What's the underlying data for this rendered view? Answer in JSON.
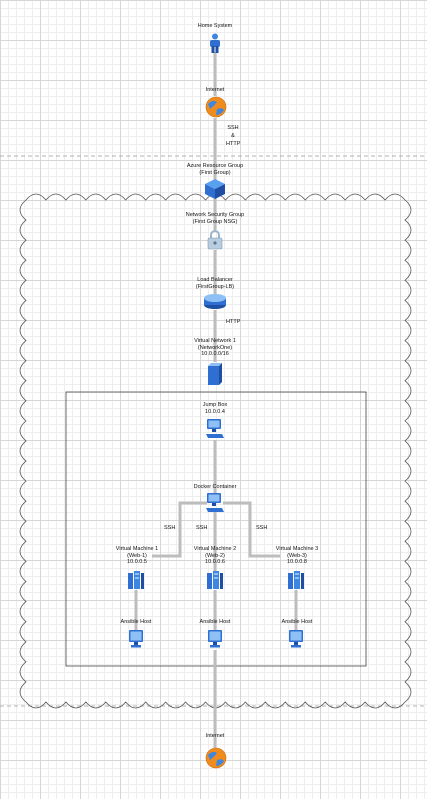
{
  "nodes": {
    "home": {
      "title": "Home System",
      "icon": "user-icon"
    },
    "internet_top": {
      "title": "Internet",
      "icon": "globe-icon"
    },
    "resource_group": {
      "title": "Azure Resource Group",
      "sub1": "(First Group)",
      "icon": "cube-icon"
    },
    "nsg": {
      "title": "Network Security Group",
      "sub1": "(First Group NSG)",
      "icon": "lock-icon"
    },
    "load_balancer": {
      "title": "Load Balancer",
      "sub1": "(FirstGroup-LB)",
      "icon": "load-balancer-icon"
    },
    "vnet": {
      "title": "Virtual Network 1",
      "sub1": "(NetworkOne)",
      "sub2": "10.0.0.0/16",
      "icon": "vnet-icon"
    },
    "jumpbox": {
      "title": "Jump Box",
      "sub1": "10.0.0.4",
      "icon": "workstation-icon"
    },
    "docker": {
      "title": "Docker Container",
      "icon": "workstation-icon"
    },
    "vm1": {
      "title": "Virtual Machine 1",
      "sub1": "(Web-1)",
      "sub2": "10.0.0.5",
      "icon": "server-icon"
    },
    "vm2": {
      "title": "Virtual Machine 2",
      "sub1": "(Web-2)",
      "sub2": "10.0.0.6",
      "icon": "server-icon"
    },
    "vm3": {
      "title": "Virtual Machine 3",
      "sub1": "(Web-3)",
      "sub2": "10.0.0.8",
      "icon": "server-icon"
    },
    "ansible1": {
      "title": "Ansible Host",
      "icon": "monitor-icon"
    },
    "ansible2": {
      "title": "Ansible Host",
      "icon": "monitor-icon"
    },
    "ansible3": {
      "title": "Ansible Host",
      "icon": "monitor-icon"
    },
    "internet_bottom": {
      "title": "Internet",
      "icon": "globe-icon"
    }
  },
  "connections": {
    "top_link": {
      "line1": "SSH",
      "line2": "&",
      "line3": "HTTP"
    },
    "lb_vnet": {
      "label": "HTTP"
    },
    "docker_vm1": {
      "label": "SSH"
    },
    "docker_vm2": {
      "label": "SSH"
    },
    "docker_vm3": {
      "label": "SSH"
    }
  },
  "colors": {
    "link": "#bdbdbd",
    "icon_blue": "#2f6fd1",
    "globe_orange": "#f08c1e",
    "boundary": "#555555",
    "dashed": "#9a9a9a"
  }
}
